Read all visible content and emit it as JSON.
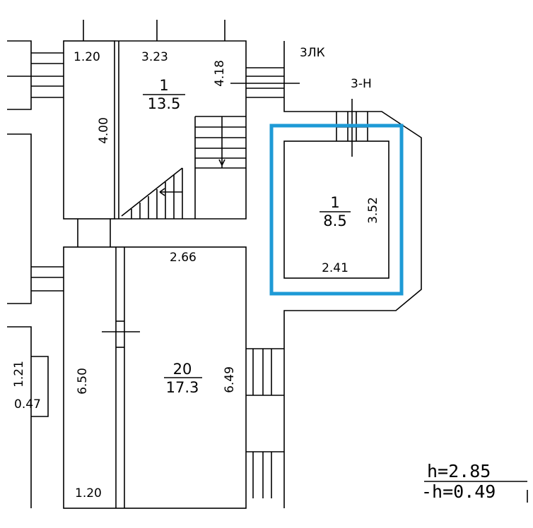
{
  "rooms": {
    "top_left": {
      "width": "1.20",
      "height": "4.00"
    },
    "stair_room": {
      "width": "3.23",
      "number": "1",
      "area": "13.5",
      "side": "4.18"
    },
    "small_room": {
      "number": "1",
      "area": "8.5",
      "height": "3.52",
      "width": "2.41"
    },
    "main_room": {
      "top": "2.66",
      "number": "20",
      "area": "17.3",
      "side": "6.49"
    },
    "left_room": {
      "height": "6.50",
      "bottom": "1.20"
    },
    "niche": {
      "height": "1.21",
      "width": "0.47"
    }
  },
  "labels": {
    "wall_a": "3ЛК",
    "wall_b": "3-Н"
  },
  "heights": {
    "h": "h=2.85",
    "neg_h": "-h=0.49"
  },
  "colors": {
    "walls": "#000000",
    "highlight": "#1e9ad6"
  }
}
